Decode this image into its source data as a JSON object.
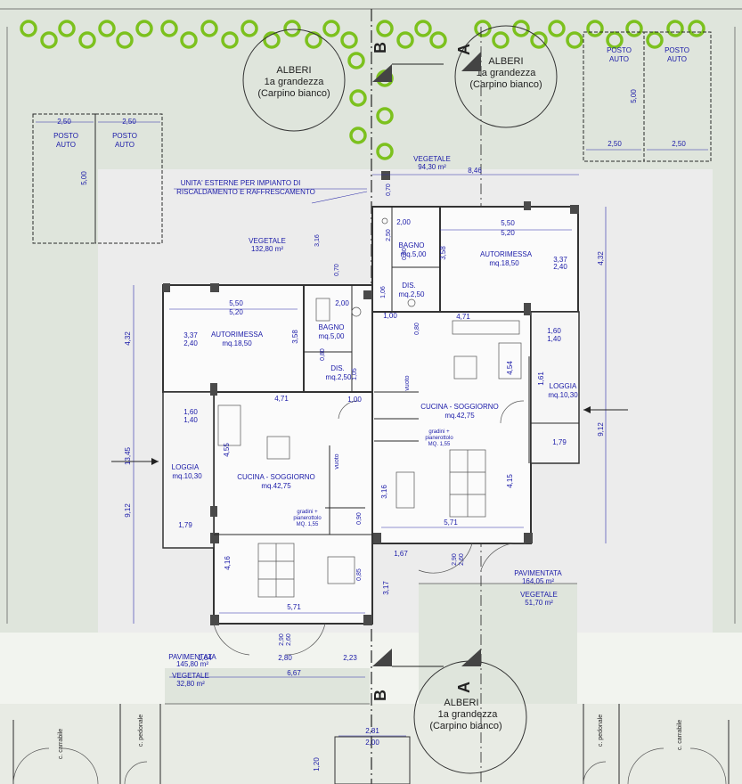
{
  "colors": {
    "garden": "#f2f4ef",
    "lawn": "#dfe5dc",
    "paving": "#ececec",
    "tree": "#7cc11e",
    "dimension_text": "#1a1aa8",
    "wall": "#4a4a4a"
  },
  "trees": {
    "top_left": {
      "l1": "ALBERI",
      "l2": "1a grandezza",
      "l3": "(Carpino bianco)"
    },
    "top_right": {
      "l1": "ALBERI",
      "l2": "1a grandezza",
      "l3": "(Carpino bianco)"
    },
    "bottom": {
      "l1": "ALBERI",
      "l2": "1a grandezza",
      "l3": "(Carpino bianco)"
    }
  },
  "section_marks": {
    "a": "A",
    "b": "B"
  },
  "parking": {
    "label_1": "POSTO",
    "label_2": "AUTO",
    "width": "2,50",
    "depth": "5,00"
  },
  "external_units_note": {
    "line1": "UNITA' ESTERNE PER IMPIANTO DI",
    "line2": "RISCALDAMENTO E RAFFRESCAMENTO"
  },
  "areas": {
    "vegetale_left": {
      "label": "VEGETALE",
      "value": "132,80 m²"
    },
    "vegetale_top": {
      "label": "VEGETALE",
      "value": "94,30 m²"
    },
    "vegetale_bottom_right": {
      "label": "VEGETALE",
      "value": "51,70 m²"
    },
    "vegetale_bottom_left": {
      "label": "VEGETALE",
      "value": "32,80 m²"
    },
    "pavimentata_right": {
      "label": "PAVIMENTATA",
      "value": "164,05 m²"
    },
    "pavimentata_left": {
      "label": "PAVIMENTATA",
      "value": "145,80 m²"
    }
  },
  "rooms": {
    "autorimessa_left": {
      "name": "AUTORIMESSA",
      "area": "mq.18,50"
    },
    "autorimessa_right": {
      "name": "AUTORIMESSA",
      "area": "mq.18,50"
    },
    "bagno_left": {
      "name": "BAGNO",
      "area": "mq.5,00"
    },
    "bagno_right": {
      "name": "BAGNO",
      "area": "mq.5,00"
    },
    "dis_left": {
      "name": "DIS.",
      "area": "mq.2,50"
    },
    "dis_right": {
      "name": "DIS.",
      "area": "mq.2,50"
    },
    "loggia_left": {
      "name": "LOGGIA",
      "area": "mq.10,30"
    },
    "loggia_right": {
      "name": "LOGGIA",
      "area": "mq.10,30"
    },
    "cucina_left": {
      "name": "CUCINA - SOGGIORNO",
      "area": "mq.42,75"
    },
    "cucina_right": {
      "name": "CUCINA - SOGGIORNO",
      "area": "mq.42,75"
    },
    "gradini_left": {
      "l1": "gradini +",
      "l2": "pianerottolo",
      "l3": "MQ. 1,55"
    },
    "gradini_right": {
      "l1": "gradini +",
      "l2": "pianerottolo",
      "l3": "MQ. 1,55"
    }
  },
  "dimensions": {
    "d_550": "5,50",
    "d_520": "5,20",
    "d_337": "3,37",
    "d_240": "2,40",
    "d_358": "3,58",
    "d_432": "4,32",
    "d_200": "2,00",
    "d_471": "4,71",
    "d_160": "1,60",
    "d_140": "1,40",
    "d_454": "4,54",
    "d_455": "4,55",
    "d_161": "1,61",
    "d_179": "1,79",
    "d_912": "9,12",
    "d_1345": "13,45",
    "d_416": "4,16",
    "d_415": "4,15",
    "d_571": "5,71",
    "d_316": "3,16",
    "d_317": "3,17",
    "d_846": "8,46",
    "d_316b": "3,16",
    "d_167": "1,67",
    "d_280": "2,80",
    "d_260": "2,60",
    "d_223": "2,23",
    "d_164": "1,64",
    "d_290": "2,90",
    "d_667": "6,67",
    "d_281": "2,81",
    "d_120": "1,20",
    "d_100": "1,00",
    "d_105": "1,05",
    "d_070": "0,70",
    "d_080": "0,80",
    "d_090": "0,90",
    "d_085": "0,85",
    "d_250": "2,50",
    "d_500": "5,00",
    "d_106": "1,06"
  },
  "gates": {
    "carrabile": "c. carrabile",
    "pedonale": "c. pedonale"
  },
  "vuoto": "vuoto"
}
